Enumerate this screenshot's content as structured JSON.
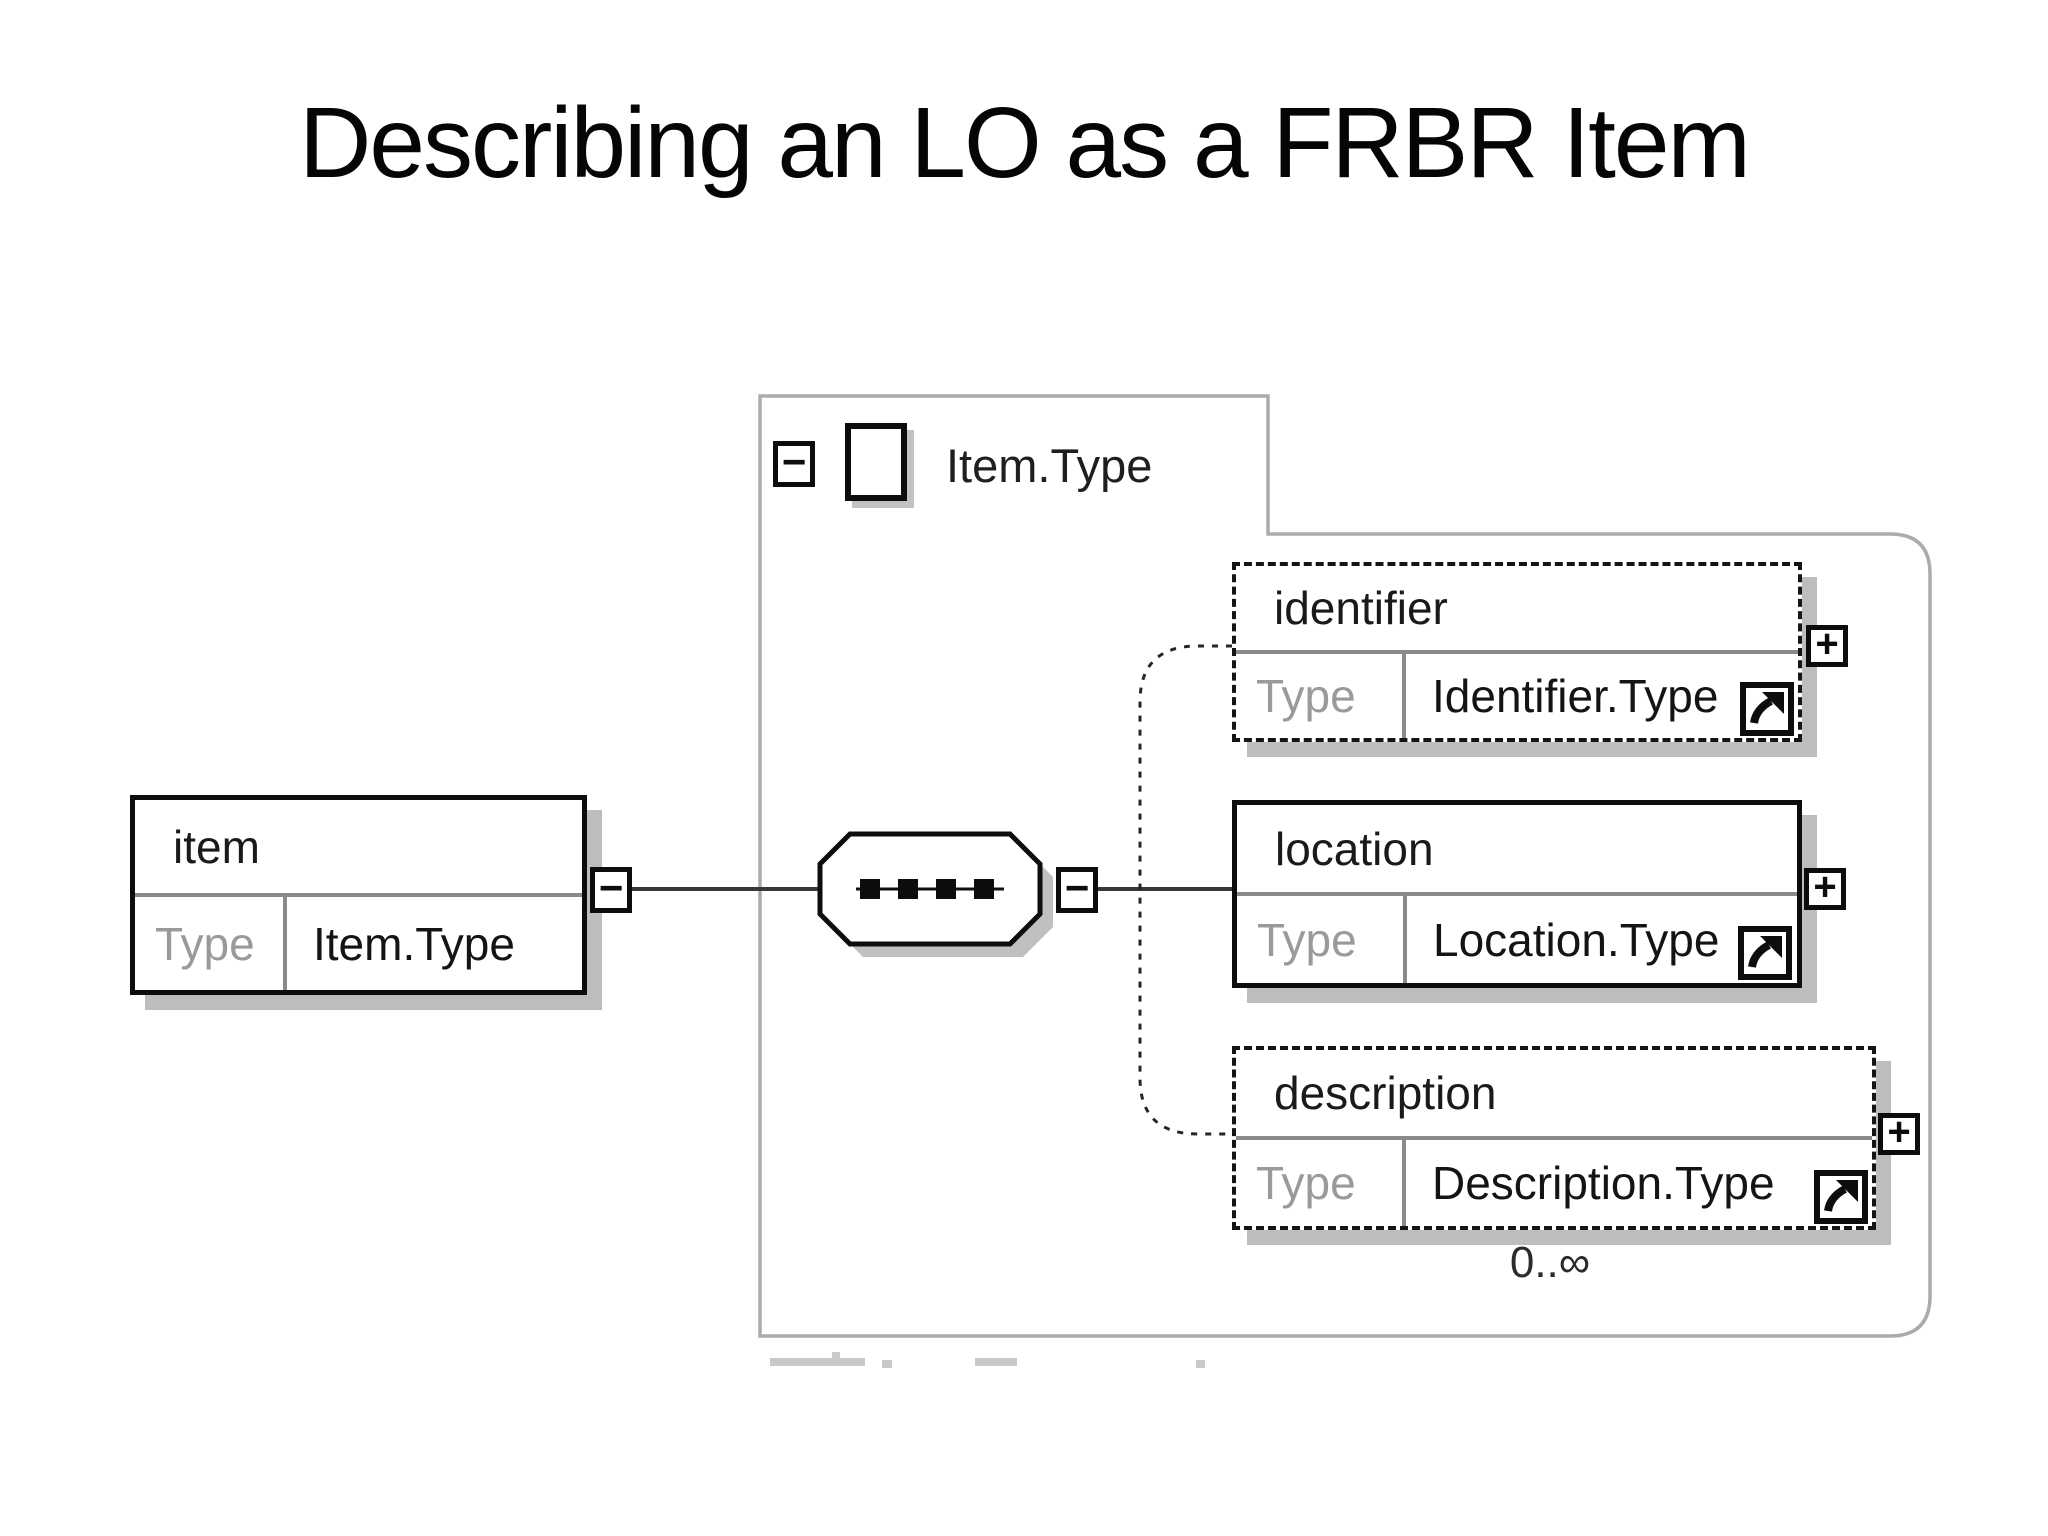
{
  "title": "Describing an LO as a FRBR Item",
  "glyphs": {
    "collapse": "−",
    "expand": "+"
  },
  "diagram": {
    "group": {
      "label": "Item.Type"
    },
    "root": {
      "name": "item",
      "type_label": "Type",
      "type_value": "Item.Type"
    },
    "children": [
      {
        "name": "identifier",
        "type_label": "Type",
        "type_value": "Identifier.Type",
        "optional": true
      },
      {
        "name": "location",
        "type_label": "Type",
        "type_value": "Location.Type",
        "optional": false
      },
      {
        "name": "description",
        "type_label": "Type",
        "type_value": "Description.Type",
        "optional": true,
        "occurrence": "0..∞"
      }
    ]
  },
  "colors": {
    "box_border": "#0d0d0d",
    "muted_type_label": "#9a9a9a",
    "container_border": "#ababab",
    "shadow": "#bdbdbd",
    "background": "#ffffff"
  }
}
